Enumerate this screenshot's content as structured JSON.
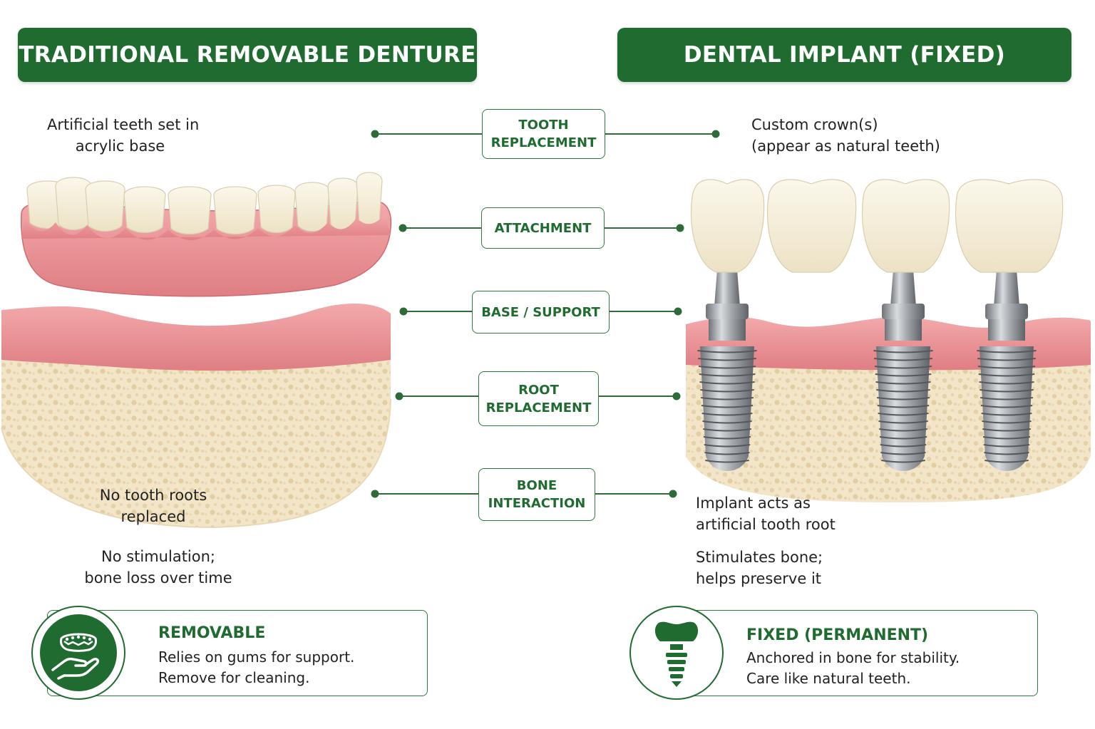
{
  "headers": {
    "left": "TRADITIONAL REMOVABLE DENTURE",
    "right": "DENTAL IMPLANT (FIXED)"
  },
  "categories": [
    {
      "lines": [
        "TOOTH",
        "REPLACEMENT"
      ]
    },
    {
      "lines": [
        "ATTACHMENT"
      ]
    },
    {
      "lines": [
        "BASE / SUPPORT"
      ]
    },
    {
      "lines": [
        "ROOT",
        "REPLACEMENT"
      ]
    },
    {
      "lines": [
        "BONE",
        "INTERACTION"
      ]
    }
  ],
  "left_annotations": {
    "teeth": [
      "Artificial teeth set in",
      "acrylic base"
    ],
    "roots": [
      "No tooth roots",
      "replaced"
    ],
    "bone": [
      "No stimulation;",
      "bone loss over time"
    ]
  },
  "right_annotations": {
    "crowns": [
      "Custom crown(s)",
      "(appear as natural teeth)"
    ],
    "roots": [
      "Implant acts as",
      "artificial tooth root"
    ],
    "bone": [
      "Stimulates bone;",
      "helps preserve it"
    ]
  },
  "summary": {
    "left": {
      "icon": "denture-in-hand-icon",
      "title": "REMOVABLE",
      "lines": [
        "Relies on gums for support.",
        "Remove for cleaning."
      ]
    },
    "right": {
      "icon": "tooth-implant-icon",
      "title": "FIXED (PERMANENT)",
      "lines": [
        "Anchored in bone for stability.",
        "Care like natural teeth."
      ]
    }
  },
  "colors": {
    "brand_green": "#1f6b30",
    "gum_pink": "#e58c8f",
    "bone_beige": "#f2e4c4",
    "tooth_ivory": "#f7f1de",
    "titanium": "#9a9ea3"
  }
}
